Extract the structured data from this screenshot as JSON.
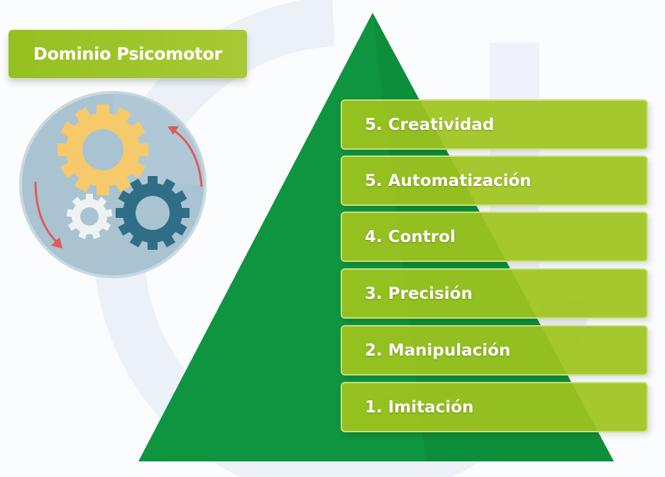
{
  "title": "Dominio Psicomotor",
  "levels": [
    "5. Creatividad",
    "5. Automatización",
    "4. Control",
    "3. Precisión",
    "2. Manipulación",
    "1. Imitación"
  ],
  "colors": {
    "pyramid": "#0f9440",
    "box": "#9ec41e",
    "gear_yellow": "#f6ca6a",
    "gear_teal": "#2f6e86",
    "arrow": "#e05a5a"
  }
}
